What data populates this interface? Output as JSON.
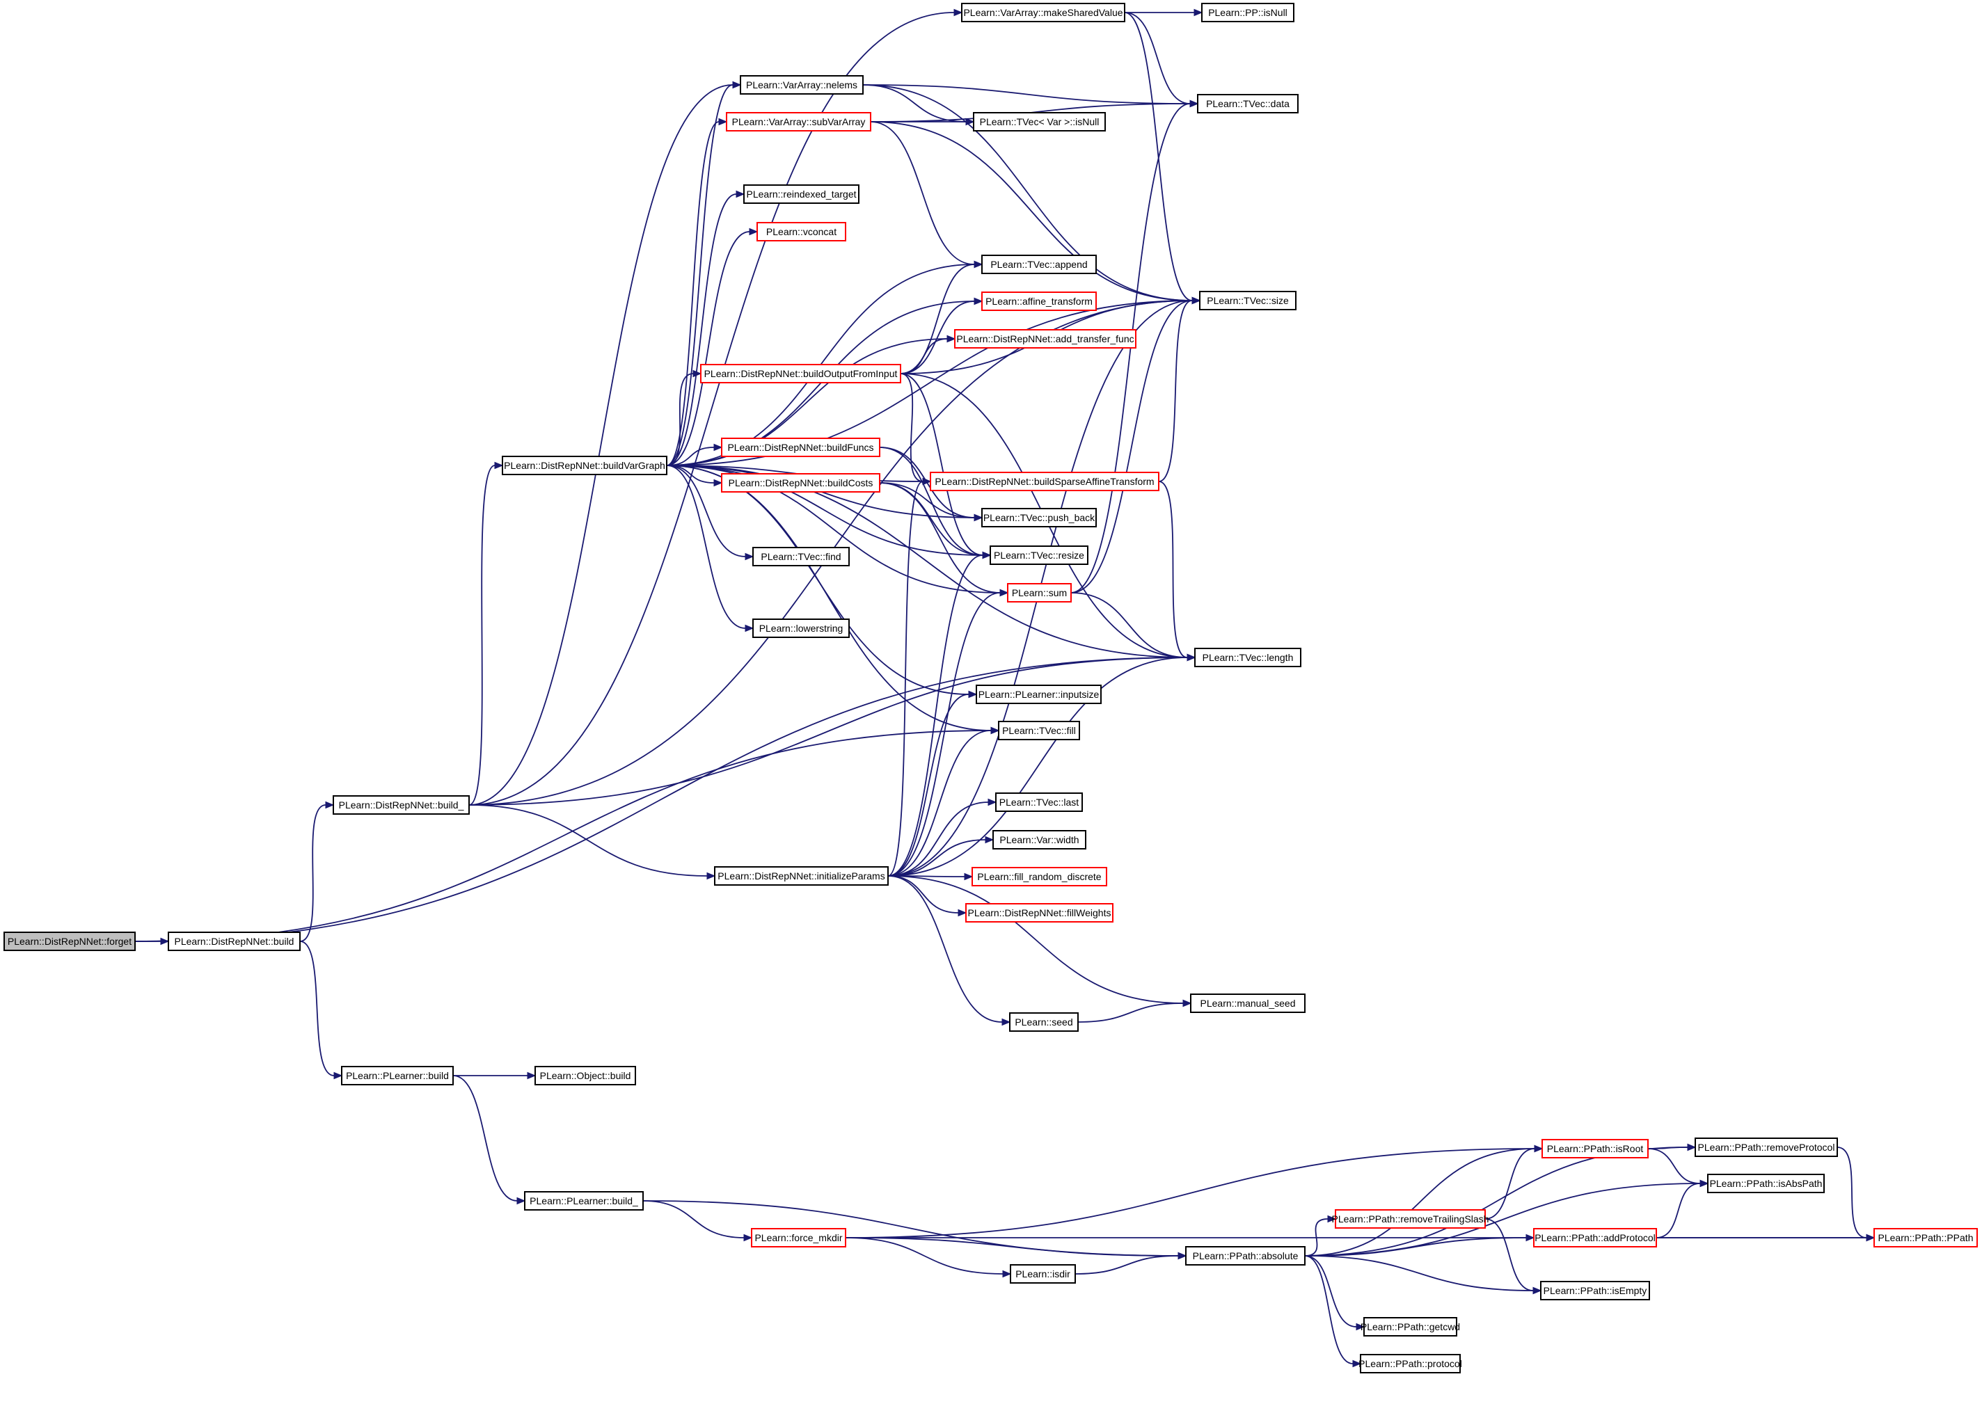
{
  "colors": {
    "edge": "#191970",
    "node_border_default": "#000000",
    "node_border_truncated": "#ff0000",
    "root_fill": "#bfbfbf"
  },
  "nodes": [
    {
      "id": "forget",
      "label": "PLearn::DistRepNNet::forget",
      "style": "root"
    },
    {
      "id": "build",
      "label": "PLearn::DistRepNNet::build",
      "style": "normal"
    },
    {
      "id": "dr_build_",
      "label": "PLearn::DistRepNNet::build_",
      "style": "normal"
    },
    {
      "id": "pl_build",
      "label": "PLearn::PLearner::build",
      "style": "normal"
    },
    {
      "id": "obj_build",
      "label": "PLearn::Object::build",
      "style": "normal"
    },
    {
      "id": "pl_build_",
      "label": "PLearn::PLearner::build_",
      "style": "normal"
    },
    {
      "id": "buildVarGraph",
      "label": "PLearn::DistRepNNet::buildVarGraph",
      "style": "normal"
    },
    {
      "id": "initializeParams",
      "label": "PLearn::DistRepNNet::initializeParams",
      "style": "normal"
    },
    {
      "id": "makeSharedValue",
      "label": "PLearn::VarArray::makeSharedValue",
      "style": "normal"
    },
    {
      "id": "nelems",
      "label": "PLearn::VarArray::nelems",
      "style": "normal"
    },
    {
      "id": "subVarArray",
      "label": "PLearn::VarArray::subVarArray",
      "style": "truncated"
    },
    {
      "id": "reindexed_target",
      "label": "PLearn::reindexed_target",
      "style": "normal"
    },
    {
      "id": "vconcat",
      "label": "PLearn::vconcat",
      "style": "truncated"
    },
    {
      "id": "append",
      "label": "PLearn::TVec::append",
      "style": "normal"
    },
    {
      "id": "affine_transform",
      "label": "PLearn::affine_transform",
      "style": "truncated"
    },
    {
      "id": "add_transfer_func",
      "label": "PLearn::DistRepNNet::add_transfer_func",
      "style": "truncated"
    },
    {
      "id": "buildOutputFromInput",
      "label": "PLearn::DistRepNNet::buildOutputFromInput",
      "style": "truncated"
    },
    {
      "id": "buildFuncs",
      "label": "PLearn::DistRepNNet::buildFuncs",
      "style": "truncated"
    },
    {
      "id": "buildCosts",
      "label": "PLearn::DistRepNNet::buildCosts",
      "style": "truncated"
    },
    {
      "id": "buildSparseAffineTransform",
      "label": "PLearn::DistRepNNet::buildSparseAffineTransform",
      "style": "truncated"
    },
    {
      "id": "push_back",
      "label": "PLearn::TVec::push_back",
      "style": "normal"
    },
    {
      "id": "resize",
      "label": "PLearn::TVec::resize",
      "style": "normal"
    },
    {
      "id": "find",
      "label": "PLearn::TVec::find",
      "style": "normal"
    },
    {
      "id": "sum",
      "label": "PLearn::sum",
      "style": "truncated"
    },
    {
      "id": "lowerstring",
      "label": "PLearn::lowerstring",
      "style": "normal"
    },
    {
      "id": "inputsize",
      "label": "PLearn::PLearner::inputsize",
      "style": "normal"
    },
    {
      "id": "fill",
      "label": "PLearn::TVec::fill",
      "style": "normal"
    },
    {
      "id": "last",
      "label": "PLearn::TVec::last",
      "style": "normal"
    },
    {
      "id": "width",
      "label": "PLearn::Var::width",
      "style": "normal"
    },
    {
      "id": "fill_random_discrete",
      "label": "PLearn::fill_random_discrete",
      "style": "truncated"
    },
    {
      "id": "fillWeights",
      "label": "PLearn::DistRepNNet::fillWeights",
      "style": "truncated"
    },
    {
      "id": "seed",
      "label": "PLearn::seed",
      "style": "normal"
    },
    {
      "id": "pp_isNull",
      "label": "PLearn::PP::isNull",
      "style": "normal"
    },
    {
      "id": "tvecvar_isNull",
      "label": "PLearn::TVec< Var >::isNull",
      "style": "normal"
    },
    {
      "id": "data",
      "label": "PLearn::TVec::data",
      "style": "normal"
    },
    {
      "id": "size",
      "label": "PLearn::TVec::size",
      "style": "normal"
    },
    {
      "id": "length",
      "label": "PLearn::TVec::length",
      "style": "normal"
    },
    {
      "id": "manual_seed",
      "label": "PLearn::manual_seed",
      "style": "normal"
    },
    {
      "id": "force_mkdir",
      "label": "PLearn::force_mkdir",
      "style": "truncated"
    },
    {
      "id": "isdir",
      "label": "PLearn::isdir",
      "style": "normal"
    },
    {
      "id": "absolute",
      "label": "PLearn::PPath::absolute",
      "style": "normal"
    },
    {
      "id": "isRoot",
      "label": "PLearn::PPath::isRoot",
      "style": "truncated"
    },
    {
      "id": "removeTrailingSlash",
      "label": "PLearn::PPath::removeTrailingSlash",
      "style": "truncated"
    },
    {
      "id": "addProtocol",
      "label": "PLearn::PPath::addProtocol",
      "style": "truncated"
    },
    {
      "id": "getcwd",
      "label": "PLearn::PPath::getcwd",
      "style": "normal"
    },
    {
      "id": "protocol",
      "label": "PLearn::PPath::protocol",
      "style": "normal"
    },
    {
      "id": "removeProtocol",
      "label": "PLearn::PPath::removeProtocol",
      "style": "normal"
    },
    {
      "id": "isAbsPath",
      "label": "PLearn::PPath::isAbsPath",
      "style": "normal"
    },
    {
      "id": "isEmpty",
      "label": "PLearn::PPath::isEmpty",
      "style": "normal"
    },
    {
      "id": "pp_PPath",
      "label": "PLearn::PPath::PPath",
      "style": "truncated"
    }
  ],
  "edges": [
    [
      "forget",
      "build"
    ],
    [
      "forget",
      "fill"
    ],
    [
      "forget",
      "length"
    ],
    [
      "build",
      "dr_build_"
    ],
    [
      "build",
      "pl_build"
    ],
    [
      "pl_build",
      "obj_build"
    ],
    [
      "pl_build",
      "pl_build_"
    ],
    [
      "pl_build_",
      "force_mkdir"
    ],
    [
      "pl_build_",
      "absolute"
    ],
    [
      "dr_build_",
      "makeSharedValue"
    ],
    [
      "dr_build_",
      "nelems"
    ],
    [
      "dr_build_",
      "buildVarGraph"
    ],
    [
      "dr_build_",
      "initializeParams"
    ],
    [
      "dr_build_",
      "size"
    ],
    [
      "dr_build_",
      "length"
    ],
    [
      "makeSharedValue",
      "pp_isNull"
    ],
    [
      "makeSharedValue",
      "data"
    ],
    [
      "makeSharedValue",
      "size"
    ],
    [
      "nelems",
      "data"
    ],
    [
      "nelems",
      "size"
    ],
    [
      "nelems",
      "tvecvar_isNull"
    ],
    [
      "subVarArray",
      "tvecvar_isNull"
    ],
    [
      "subVarArray",
      "data"
    ],
    [
      "subVarArray",
      "size"
    ],
    [
      "subVarArray",
      "append"
    ],
    [
      "buildVarGraph",
      "subVarArray"
    ],
    [
      "buildVarGraph",
      "nelems"
    ],
    [
      "buildVarGraph",
      "reindexed_target"
    ],
    [
      "buildVarGraph",
      "vconcat"
    ],
    [
      "buildVarGraph",
      "append"
    ],
    [
      "buildVarGraph",
      "affine_transform"
    ],
    [
      "buildVarGraph",
      "add_transfer_func"
    ],
    [
      "buildVarGraph",
      "buildOutputFromInput"
    ],
    [
      "buildVarGraph",
      "buildFuncs"
    ],
    [
      "buildVarGraph",
      "buildCosts"
    ],
    [
      "buildVarGraph",
      "push_back"
    ],
    [
      "buildVarGraph",
      "resize"
    ],
    [
      "buildVarGraph",
      "find"
    ],
    [
      "buildVarGraph",
      "sum"
    ],
    [
      "buildVarGraph",
      "lowerstring"
    ],
    [
      "buildVarGraph",
      "buildSparseAffineTransform"
    ],
    [
      "buildVarGraph",
      "inputsize"
    ],
    [
      "buildVarGraph",
      "fill"
    ],
    [
      "buildVarGraph",
      "length"
    ],
    [
      "buildVarGraph",
      "size"
    ],
    [
      "buildOutputFromInput",
      "append"
    ],
    [
      "buildOutputFromInput",
      "affine_transform"
    ],
    [
      "buildOutputFromInput",
      "add_transfer_func"
    ],
    [
      "buildOutputFromInput",
      "size"
    ],
    [
      "buildOutputFromInput",
      "buildSparseAffineTransform"
    ],
    [
      "buildOutputFromInput",
      "resize"
    ],
    [
      "buildOutputFromInput",
      "length"
    ],
    [
      "buildFuncs",
      "push_back"
    ],
    [
      "buildFuncs",
      "resize"
    ],
    [
      "buildCosts",
      "push_back"
    ],
    [
      "buildCosts",
      "resize"
    ],
    [
      "buildCosts",
      "sum"
    ],
    [
      "buildSparseAffineTransform",
      "size"
    ],
    [
      "buildSparseAffineTransform",
      "length"
    ],
    [
      "sum",
      "data"
    ],
    [
      "sum",
      "size"
    ],
    [
      "sum",
      "length"
    ],
    [
      "initializeParams",
      "buildSparseAffineTransform"
    ],
    [
      "initializeParams",
      "resize"
    ],
    [
      "initializeParams",
      "sum"
    ],
    [
      "initializeParams",
      "inputsize"
    ],
    [
      "initializeParams",
      "fill"
    ],
    [
      "initializeParams",
      "last"
    ],
    [
      "initializeParams",
      "width"
    ],
    [
      "initializeParams",
      "fill_random_discrete"
    ],
    [
      "initializeParams",
      "fillWeights"
    ],
    [
      "initializeParams",
      "seed"
    ],
    [
      "initializeParams",
      "manual_seed"
    ],
    [
      "initializeParams",
      "size"
    ],
    [
      "initializeParams",
      "length"
    ],
    [
      "seed",
      "manual_seed"
    ],
    [
      "force_mkdir",
      "isdir"
    ],
    [
      "force_mkdir",
      "absolute"
    ],
    [
      "force_mkdir",
      "isRoot"
    ],
    [
      "force_mkdir",
      "pp_PPath"
    ],
    [
      "isdir",
      "absolute"
    ],
    [
      "absolute",
      "isRoot"
    ],
    [
      "absolute",
      "removeTrailingSlash"
    ],
    [
      "absolute",
      "addProtocol"
    ],
    [
      "absolute",
      "getcwd"
    ],
    [
      "absolute",
      "protocol"
    ],
    [
      "absolute",
      "removeProtocol"
    ],
    [
      "absolute",
      "isAbsPath"
    ],
    [
      "absolute",
      "isEmpty"
    ],
    [
      "isRoot",
      "removeProtocol"
    ],
    [
      "isRoot",
      "isAbsPath"
    ],
    [
      "removeTrailingSlash",
      "isRoot"
    ],
    [
      "removeTrailingSlash",
      "isEmpty"
    ],
    [
      "addProtocol",
      "isAbsPath"
    ],
    [
      "addProtocol",
      "pp_PPath"
    ],
    [
      "removeProtocol",
      "pp_PPath"
    ]
  ]
}
